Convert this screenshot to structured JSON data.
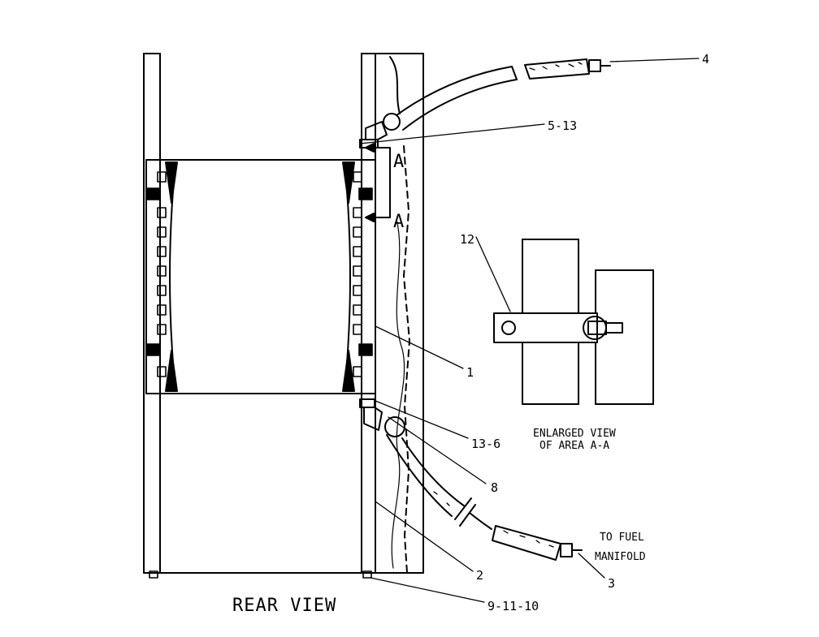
{
  "diagram": {
    "title": "REAR VIEW",
    "callouts": {
      "c1": "1",
      "c2": "2",
      "c3": "3",
      "c4": "4",
      "c5_13": "5-13",
      "c8": "8",
      "c9_11_10": "9-11-10",
      "c12": "12",
      "c13_6": "13-6"
    },
    "section_marks": {
      "upper": "A",
      "lower": "A"
    },
    "enlarged_view": {
      "line1": "ENLARGED VIEW",
      "line2": "OF AREA A-A"
    },
    "fuel_note": {
      "line1": "TO FUEL",
      "line2": "MANIFOLD"
    }
  }
}
